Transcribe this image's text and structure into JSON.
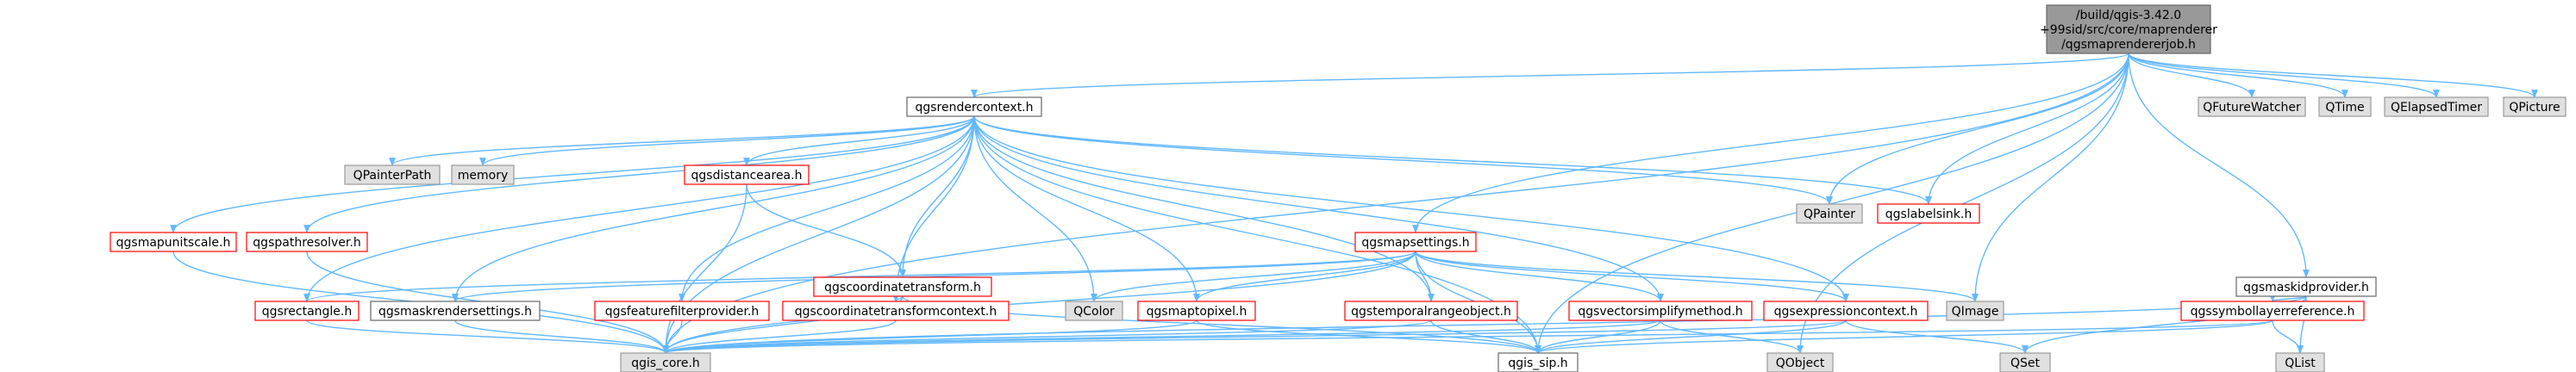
{
  "root": {
    "label": "/build/qgis-3.42.0\n+99sid/src/core/maprenderer\n/qgsmaprendererjob.h",
    "type": "root"
  },
  "nodes": [
    {
      "id": "qgsrendercontext",
      "label": "qgsrendercontext.h",
      "type": "normal"
    },
    {
      "id": "QPainterPath",
      "label": "QPainterPath",
      "type": "external"
    },
    {
      "id": "memory",
      "label": "memory",
      "type": "external"
    },
    {
      "id": "qgsdistancearea",
      "label": "qgsdistancearea.h",
      "type": "incomplete"
    },
    {
      "id": "qgsmapunitscale",
      "label": "qgsmapunitscale.h",
      "type": "incomplete"
    },
    {
      "id": "qgspathresolver",
      "label": "qgspathresolver.h",
      "type": "incomplete"
    },
    {
      "id": "qgscoordinatetransform",
      "label": "qgscoordinatetransform.h",
      "type": "incomplete"
    },
    {
      "id": "qgsmapsettings",
      "label": "qgsmapsettings.h",
      "type": "incomplete"
    },
    {
      "id": "qgsrectangle",
      "label": "qgsrectangle.h",
      "type": "incomplete"
    },
    {
      "id": "qgsmaskrendersettings",
      "label": "qgsmaskrendersettings.h",
      "type": "normal"
    },
    {
      "id": "qgsfeaturefilterprovider",
      "label": "qgsfeaturefilterprovider.h",
      "type": "incomplete"
    },
    {
      "id": "qgscoordinatetransformcontext",
      "label": "qgscoordinatetransformcontext.h",
      "type": "incomplete"
    },
    {
      "id": "QColor",
      "label": "QColor",
      "type": "external"
    },
    {
      "id": "qgsmaptopixel",
      "label": "qgsmaptopixel.h",
      "type": "incomplete"
    },
    {
      "id": "qgstemporalrangeobject",
      "label": "qgstemporalrangeobject.h",
      "type": "incomplete"
    },
    {
      "id": "qgsvectorsimplifymethod",
      "label": "qgsvectorsimplifymethod.h",
      "type": "incomplete"
    },
    {
      "id": "qgsexpressioncontext",
      "label": "qgsexpressioncontext.h",
      "type": "incomplete"
    },
    {
      "id": "QImage",
      "label": "QImage",
      "type": "external"
    },
    {
      "id": "QPainter",
      "label": "QPainter",
      "type": "external"
    },
    {
      "id": "qgslabelsink",
      "label": "qgslabelsink.h",
      "type": "incomplete"
    },
    {
      "id": "qgsmaskidprovider",
      "label": "qgsmaskidprovider.h",
      "type": "normal"
    },
    {
      "id": "qgssymbollayerreference",
      "label": "qgssymbollayerreference.h",
      "type": "incomplete"
    },
    {
      "id": "QFutureWatcher",
      "label": "QFutureWatcher",
      "type": "external"
    },
    {
      "id": "QTime",
      "label": "QTime",
      "type": "external"
    },
    {
      "id": "QElapsedTimer",
      "label": "QElapsedTimer",
      "type": "external"
    },
    {
      "id": "QPicture",
      "label": "QPicture",
      "type": "external"
    },
    {
      "id": "qgis_core",
      "label": "qgis_core.h",
      "type": "external"
    },
    {
      "id": "qgis_sip",
      "label": "qgis_sip.h",
      "type": "normal"
    },
    {
      "id": "QObject",
      "label": "QObject",
      "type": "external"
    },
    {
      "id": "QSet",
      "label": "QSet",
      "type": "external"
    },
    {
      "id": "QList",
      "label": "QList",
      "type": "external"
    }
  ],
  "edges": [
    [
      "root",
      "qgis_core"
    ],
    [
      "root",
      "qgsrendercontext"
    ],
    [
      "root",
      "qgsmapsettings"
    ],
    [
      "root",
      "QPainter"
    ],
    [
      "root",
      "qgslabelsink"
    ],
    [
      "root",
      "QImage"
    ],
    [
      "root",
      "qgsmaskidprovider"
    ],
    [
      "root",
      "QFutureWatcher"
    ],
    [
      "root",
      "QTime"
    ],
    [
      "root",
      "QElapsedTimer"
    ],
    [
      "root",
      "QPicture"
    ],
    [
      "root",
      "qgis_sip"
    ],
    [
      "root",
      "QObject"
    ],
    [
      "qgsrendercontext",
      "QPainterPath"
    ],
    [
      "qgsrendercontext",
      "memory"
    ],
    [
      "qgsrendercontext",
      "qgis_core"
    ],
    [
      "qgsrendercontext",
      "qgis_sip"
    ],
    [
      "qgsrendercontext",
      "qgsdistancearea"
    ],
    [
      "qgsrendercontext",
      "qgsmapunitscale"
    ],
    [
      "qgsrendercontext",
      "qgspathresolver"
    ],
    [
      "qgsrendercontext",
      "qgscoordinatetransform"
    ],
    [
      "qgsrendercontext",
      "qgsrectangle"
    ],
    [
      "qgsrendercontext",
      "qgsmaskrendersettings"
    ],
    [
      "qgsrendercontext",
      "qgsfeaturefilterprovider"
    ],
    [
      "qgsrendercontext",
      "qgscoordinatetransformcontext"
    ],
    [
      "qgsrendercontext",
      "QColor"
    ],
    [
      "qgsrendercontext",
      "qgsmaptopixel"
    ],
    [
      "qgsrendercontext",
      "qgstemporalrangeobject"
    ],
    [
      "qgsrendercontext",
      "qgsvectorsimplifymethod"
    ],
    [
      "qgsrendercontext",
      "qgsexpressioncontext"
    ],
    [
      "qgsrendercontext",
      "QPainter"
    ],
    [
      "qgsrendercontext",
      "qgslabelsink"
    ],
    [
      "qgsdistancearea",
      "qgis_core"
    ],
    [
      "qgsdistancearea",
      "qgscoordinatetransform"
    ],
    [
      "qgsmapunitscale",
      "qgis_core"
    ],
    [
      "qgspathresolver",
      "qgis_core"
    ],
    [
      "qgscoordinatetransform",
      "qgis_core"
    ],
    [
      "qgscoordinatetransform",
      "qgis_sip"
    ],
    [
      "qgscoordinatetransform",
      "qgscoordinatetransformcontext"
    ],
    [
      "qgsmapsettings",
      "qgis_core"
    ],
    [
      "qgsmapsettings",
      "qgis_sip"
    ],
    [
      "qgsmapsettings",
      "QColor"
    ],
    [
      "qgsmapsettings",
      "QImage"
    ],
    [
      "qgsmapsettings",
      "qgsrectangle"
    ],
    [
      "qgsmapsettings",
      "qgsmaskrendersettings"
    ],
    [
      "qgsmapsettings",
      "qgsmaptopixel"
    ],
    [
      "qgsmapsettings",
      "qgstemporalrangeobject"
    ],
    [
      "qgsmapsettings",
      "qgsvectorsimplifymethod"
    ],
    [
      "qgsmapsettings",
      "qgsexpressioncontext"
    ],
    [
      "qgsrectangle",
      "qgis_core"
    ],
    [
      "qgsmaskrendersettings",
      "qgis_core"
    ],
    [
      "qgsfeaturefilterprovider",
      "qgis_core"
    ],
    [
      "qgscoordinatetransformcontext",
      "qgis_core"
    ],
    [
      "qgsmaptopixel",
      "qgis_core"
    ],
    [
      "qgsmaptopixel",
      "qgis_sip"
    ],
    [
      "qgstemporalrangeobject",
      "qgis_core"
    ],
    [
      "qgstemporalrangeobject",
      "qgis_sip"
    ],
    [
      "qgsvectorsimplifymethod",
      "qgis_core"
    ],
    [
      "qgsvectorsimplifymethod",
      "qgis_sip"
    ],
    [
      "qgsvectorsimplifymethod",
      "QObject"
    ],
    [
      "qgsexpressioncontext",
      "qgis_core"
    ],
    [
      "qgsexpressioncontext",
      "qgis_sip"
    ],
    [
      "qgsexpressioncontext",
      "QSet"
    ],
    [
      "qgsmaskidprovider",
      "qgis_core"
    ],
    [
      "qgsmaskidprovider",
      "qgssymbollayerreference"
    ],
    [
      "qgsmaskidprovider",
      "QSet"
    ],
    [
      "qgsmaskidprovider",
      "QList"
    ],
    [
      "qgssymbollayerreference",
      "qgis_core"
    ],
    [
      "qgssymbollayerreference",
      "qgis_sip"
    ],
    [
      "qgssymbollayerreference",
      "QList"
    ]
  ],
  "colors": {
    "edge": "#63b8ff",
    "root_fill": "#999999",
    "root_stroke": "#666666",
    "normal_fill": "#ffffff",
    "normal_stroke": "#666666",
    "incomplete_fill": "#ffffff",
    "incomplete_stroke": "#ff0000",
    "external_fill": "#e0e0e0",
    "external_stroke": "#999999"
  }
}
